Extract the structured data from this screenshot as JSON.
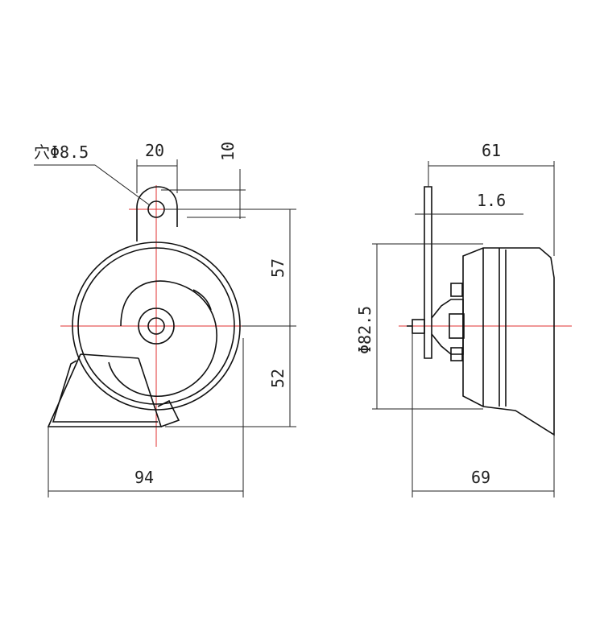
{
  "drawing": {
    "hole_label": "穴Φ8.5",
    "dims": {
      "bracket_width": "20",
      "bracket_offset": "10",
      "upper_height": "57",
      "lower_height": "52",
      "front_width": "94",
      "side_top_width": "61",
      "bracket_thickness": "1.6",
      "diameter": "Φ82.5",
      "side_bottom_width": "69"
    }
  },
  "colors": {
    "center_line": "#e03030",
    "line": "#111111"
  }
}
